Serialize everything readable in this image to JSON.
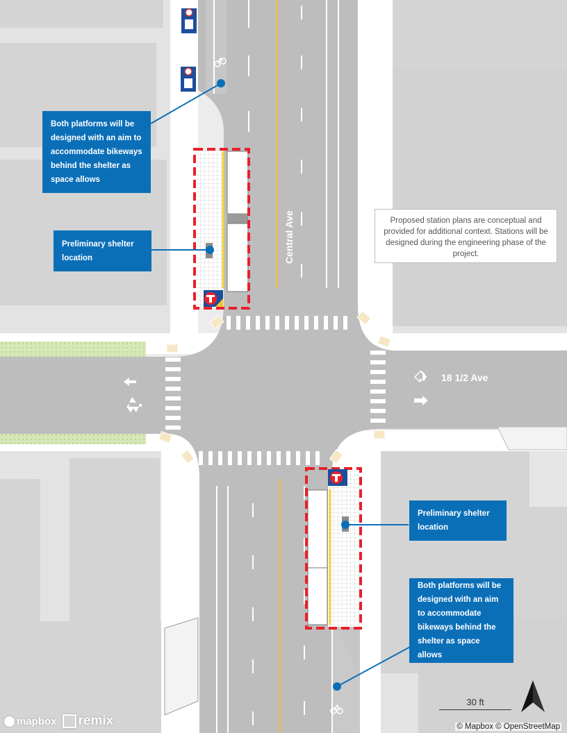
{
  "streets": {
    "north_south": "Central Ave",
    "east_west": "18 1/2 Ave"
  },
  "callouts": {
    "bike_north": "Both platforms will be designed with an aim to accommodate bikeways behind the shelter as space allows",
    "shelter_north": "Preliminary shelter location",
    "shelter_south": "Preliminary shelter location",
    "bike_south": "Both platforms will be designed with an aim to accommodate bikeways behind the shelter as space allows"
  },
  "note": "Proposed station plans are conceptual and provided for additional context. Stations will be designed during the engineering phase of the project.",
  "scale_label": "30 ft",
  "attribution": "© Mapbox © OpenStreetMap",
  "logos": {
    "mapbox": "mapbox",
    "remix": "remix"
  },
  "icons": {
    "north_arrow": "north-arrow-icon",
    "transit": "metro-transit-logo-icon",
    "parking": "no-parking-accessible-sign-icon",
    "bike": "bike-lane-icon",
    "turn_arrows": "lane-arrow-icon"
  },
  "colors": {
    "road": "#bdbdbd",
    "sidewalk": "#ffffff",
    "block": "#e3e3e3",
    "building": "#d4d4d4",
    "callout": "#0b6fb8",
    "platform_outline": "#e8202a",
    "center_line": "#f1c232",
    "green_buffer": "#cde3a8"
  }
}
